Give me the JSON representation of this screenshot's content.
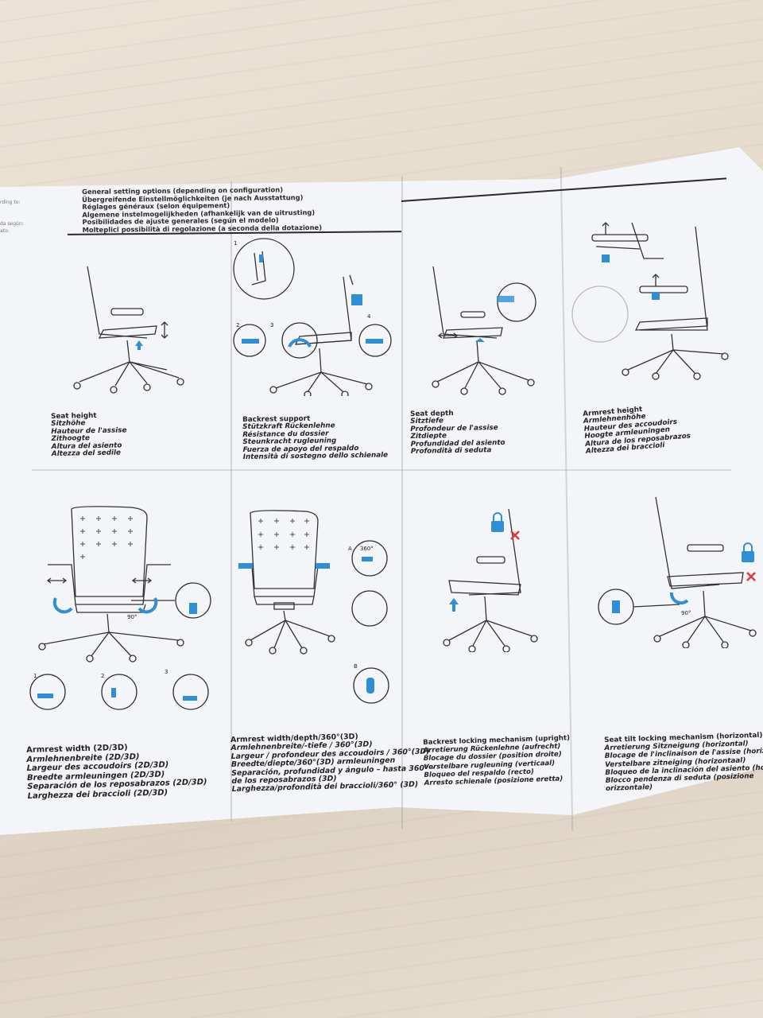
{
  "general": {
    "lines": [
      "General setting options (depending on configuration)",
      "Übergreifende Einstellmöglichkeiten (je nach Ausstattung)",
      "Réglages généraux (selon équipement)",
      "Algemene instelmogelijkheden (afhankelijk van de uitrusting)",
      "Posibilidades de ajuste generales (según el modelo)",
      "Molteplici possibilità di regolazione (a seconda della dotazione)"
    ]
  },
  "left_strip": {
    "lines": [
      "rding to:",
      "da según:",
      "ato:"
    ]
  },
  "top_row": {
    "seat_height": [
      "Seat height",
      "Sitzhöhe",
      "Hauteur de l'assise",
      "Zithoogte",
      "Altura del asiento",
      "Altezza del sedile"
    ],
    "backrest_support": [
      "Backrest support",
      "Stützkraft Rückenlehne",
      "Résistance du dossier",
      "Steunkracht rugleuning",
      "Fuerza de apoyo del respaldo",
      "Intensità di sostegno dello schienale"
    ],
    "seat_depth": [
      "Seat depth",
      "Sitztiefe",
      "Profondeur de l'assise",
      "Zitdiepte",
      "Profundidad del asiento",
      "Profondità di seduta"
    ],
    "armrest_height": [
      "Armrest height",
      "Armlehnenhöhe",
      "Hauteur des accoudoirs",
      "Hoogte armleuningen",
      "Altura de los reposabrazos",
      "Altezza dei braccioli"
    ]
  },
  "bottom_row": {
    "armrest_width": [
      "Armrest width (2D/3D)",
      "Armlehnenbreite (2D/3D)",
      "Largeur des accoudoirs (2D/3D)",
      "Breedte armleuningen (2D/3D)",
      "Separación de los reposabrazos (2D/3D)",
      "Larghezza dei braccioli (2D/3D)"
    ],
    "armrest_360": [
      "Armrest width/depth/360°(3D)",
      "Armlehnenbreite/-tiefe / 360°(3D)",
      "Largeur / profondeur des accoudoirs / 360°(3D)",
      "Breedte/diepte/360°(3D) armleuningen",
      "Separación, profundidad y ángulo – hasta 360° –",
      "de los reposabrazos (3D)",
      "Larghezza/profondità dei braccioli/360° (3D)"
    ],
    "backrest_locking": [
      "Backrest locking mechanism (upright)",
      "Arretierung Rückenlehne (aufrecht)",
      "Blocage du dossier (position droite)",
      "Verstelbare rugleuning (verticaal)",
      "Bloqueo del respaldo (recto)",
      "Arresto schienale (posizione eretta)"
    ],
    "seat_tilt_locking": [
      "Seat tilt locking mechanism (horizontal)",
      "Arretierung Sitzneigung (horizontal)",
      "Blocage de l'inclinaison de l'assise (horiz",
      "Verstelbare zitneiging (horizontaal)",
      "Bloqueo de la inclinación del asiento (hor",
      "Blocco pendenza di seduta (posizione",
      "orizzontale)"
    ]
  },
  "diagram_labels": {
    "step_1": "1",
    "step_2": "2",
    "step_3": "3",
    "step_4": "4",
    "label_a": "A",
    "label_b": "B",
    "deg_360": "360°",
    "deg_90": "90°"
  },
  "colors": {
    "accent_blue": "#2f8fd6",
    "warning_red": "#e03a3a",
    "paper": "#f4f5f8"
  }
}
